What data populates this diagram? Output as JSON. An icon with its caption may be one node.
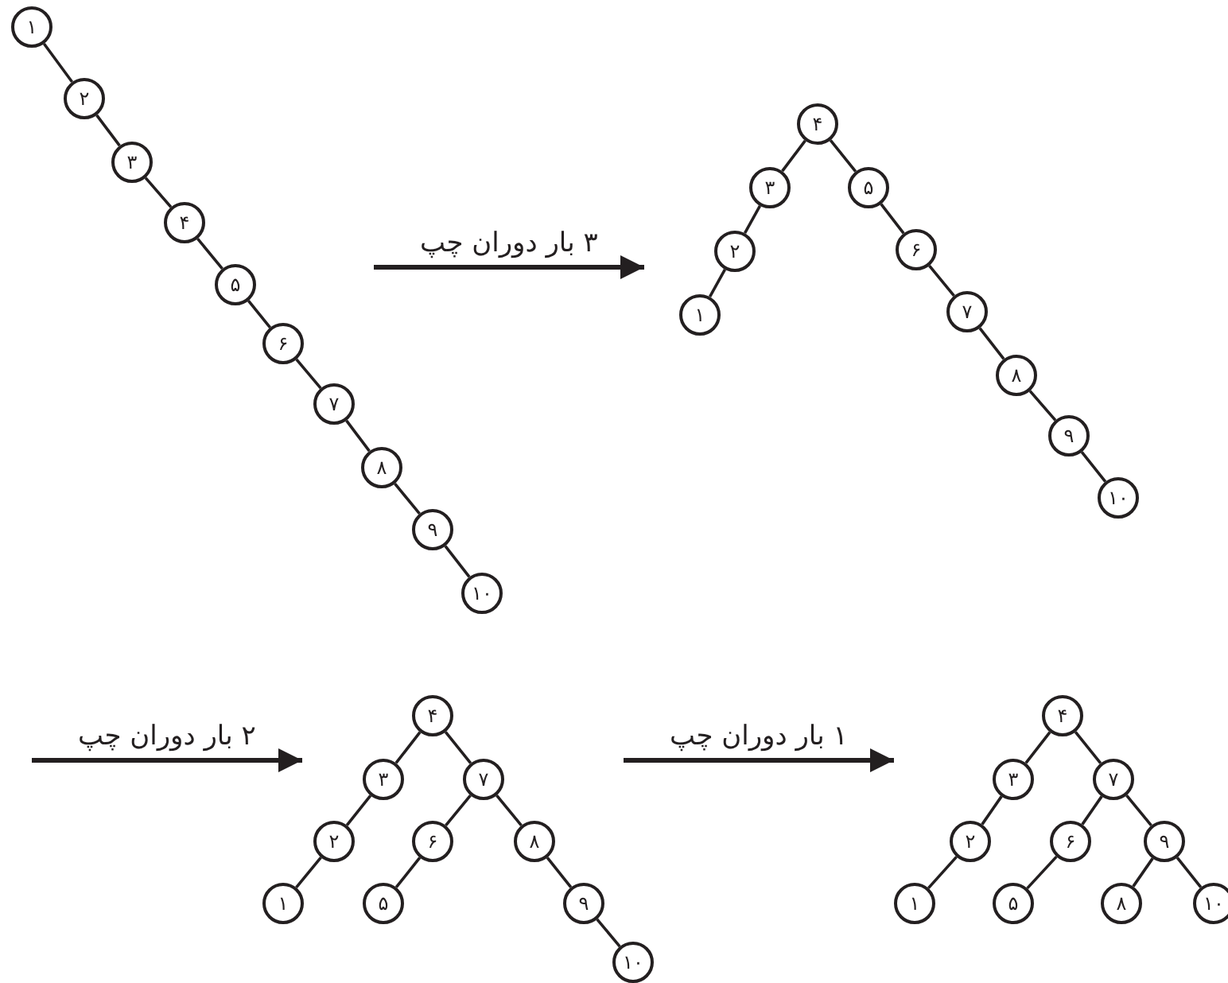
{
  "diagram": {
    "nodes": [
      {
        "text": [
          "۱"
        ]
      },
      {
        "text": [
          "۲"
        ]
      },
      {
        "text": [
          "۳"
        ]
      },
      {
        "text": [
          "۴"
        ]
      },
      {
        "text": [
          "۵"
        ]
      },
      {
        "text": [
          "۶"
        ]
      },
      {
        "text": [
          "۷"
        ]
      },
      {
        "text": [
          "۸"
        ]
      },
      {
        "text": [
          "۹"
        ]
      },
      {
        "text": [
          "۱۰"
        ]
      },
      {
        "text": [
          "۱"
        ]
      },
      {
        "text": [
          "۲"
        ]
      },
      {
        "text": [
          "۳"
        ]
      },
      {
        "text": [
          "۴"
        ]
      },
      {
        "text": [
          "۵"
        ]
      },
      {
        "text": [
          "۶"
        ]
      },
      {
        "text": [
          "۷"
        ]
      },
      {
        "text": [
          "۸"
        ]
      },
      {
        "text": [
          "۹"
        ]
      },
      {
        "text": [
          "۱۰"
        ]
      },
      {
        "text": [
          "۱"
        ]
      },
      {
        "text": [
          "۲"
        ]
      },
      {
        "text": [
          "۳"
        ]
      },
      {
        "text": [
          "۴"
        ]
      },
      {
        "text": [
          "۵"
        ]
      },
      {
        "text": [
          "۶"
        ]
      },
      {
        "text": [
          "۷"
        ]
      },
      {
        "text": [
          "۸"
        ]
      },
      {
        "text": [
          "۹"
        ]
      },
      {
        "text": [
          "۱۰"
        ]
      },
      {
        "text": [
          "۱"
        ]
      },
      {
        "text": [
          "۲"
        ]
      },
      {
        "text": [
          "۳"
        ]
      },
      {
        "text": [
          "۴"
        ]
      },
      {
        "text": [
          "۵"
        ]
      },
      {
        "text": [
          "۶"
        ]
      },
      {
        "text": [
          "۷"
        ]
      },
      {
        "text": [
          "۸"
        ]
      },
      {
        "text": [
          "۹"
        ]
      },
      {
        "text": [
          "۱۰"
        ]
      }
    ],
    "edges": [
      {
        "from": 0,
        "to": 1,
        "arrow": "none"
      },
      {
        "from": 1,
        "to": 2,
        "arrow": "none"
      },
      {
        "from": 2,
        "to": 3,
        "arrow": "none"
      },
      {
        "from": 3,
        "to": 4,
        "arrow": "none"
      },
      {
        "from": 4,
        "to": 5,
        "arrow": "none"
      },
      {
        "from": 5,
        "to": 6,
        "arrow": "none"
      },
      {
        "from": 6,
        "to": 7,
        "arrow": "none"
      },
      {
        "from": 7,
        "to": 8,
        "arrow": "none"
      },
      {
        "from": 8,
        "to": 9,
        "arrow": "none"
      },
      {
        "from": 13,
        "to": 12,
        "arrow": "none"
      },
      {
        "from": 12,
        "to": 11,
        "arrow": "none"
      },
      {
        "from": 11,
        "to": 10,
        "arrow": "none"
      },
      {
        "from": 13,
        "to": 14,
        "arrow": "none"
      },
      {
        "from": 14,
        "to": 15,
        "arrow": "none"
      },
      {
        "from": 15,
        "to": 16,
        "arrow": "none"
      },
      {
        "from": 16,
        "to": 17,
        "arrow": "none"
      },
      {
        "from": 17,
        "to": 18,
        "arrow": "none"
      },
      {
        "from": 18,
        "to": 19,
        "arrow": "none"
      },
      {
        "from": 23,
        "to": 22,
        "arrow": "none"
      },
      {
        "from": 22,
        "to": 21,
        "arrow": "none"
      },
      {
        "from": 21,
        "to": 20,
        "arrow": "none"
      },
      {
        "from": 23,
        "to": 26,
        "arrow": "none"
      },
      {
        "from": 26,
        "to": 25,
        "arrow": "none"
      },
      {
        "from": 25,
        "to": 24,
        "arrow": "none"
      },
      {
        "from": 26,
        "to": 27,
        "arrow": "none"
      },
      {
        "from": 27,
        "to": 28,
        "arrow": "none"
      },
      {
        "from": 28,
        "to": 29,
        "arrow": "none"
      },
      {
        "from": 33,
        "to": 32,
        "arrow": "none"
      },
      {
        "from": 32,
        "to": 31,
        "arrow": "none"
      },
      {
        "from": 31,
        "to": 30,
        "arrow": "none"
      },
      {
        "from": 33,
        "to": 36,
        "arrow": "none"
      },
      {
        "from": 36,
        "to": 35,
        "arrow": "none"
      },
      {
        "from": 35,
        "to": 34,
        "arrow": "none"
      },
      {
        "from": 36,
        "to": 38,
        "arrow": "none"
      },
      {
        "from": 38,
        "to": 37,
        "arrow": "none"
      },
      {
        "from": 38,
        "to": 39,
        "arrow": "none"
      }
    ],
    "labels": [
      "۳ بار دوران چپ",
      "۲ بار دوران چپ",
      "۱ بار دوران چپ"
    ]
  }
}
